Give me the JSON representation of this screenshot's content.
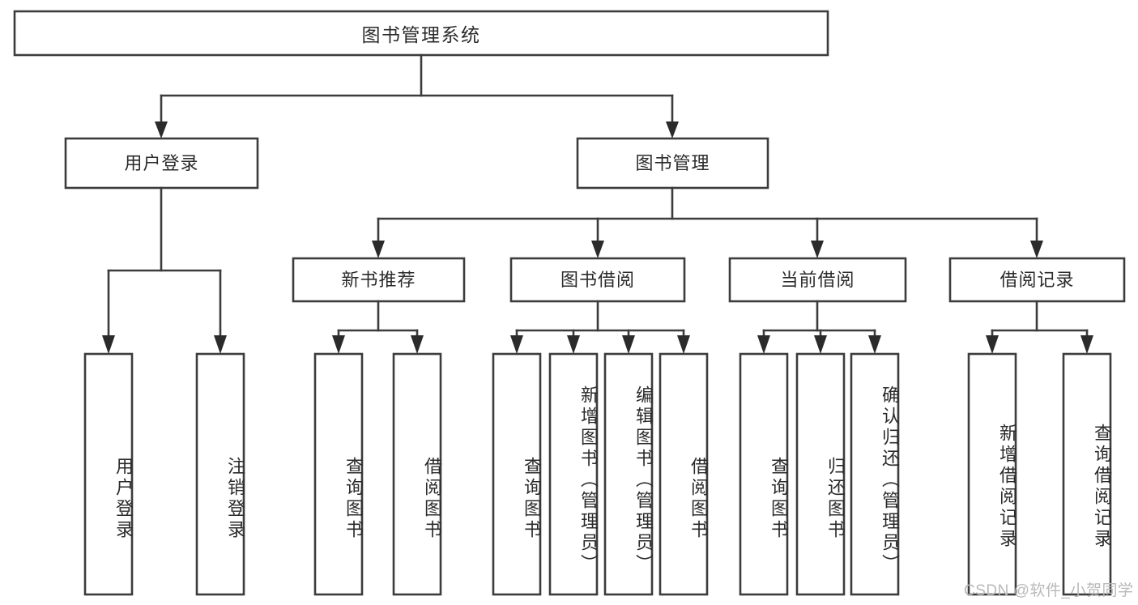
{
  "diagram": {
    "type": "tree",
    "title": "图书管理系统",
    "root": {
      "id": "root",
      "label": "图书管理系统",
      "orientation": "horizontal"
    },
    "level1": [
      {
        "id": "user-login",
        "label": "用户登录",
        "orientation": "horizontal"
      },
      {
        "id": "book-management",
        "label": "图书管理",
        "orientation": "horizontal"
      }
    ],
    "level2": [
      {
        "id": "new-book-recommend",
        "label": "新书推荐",
        "orientation": "horizontal",
        "parent": "book-management"
      },
      {
        "id": "book-borrow",
        "label": "图书借阅",
        "orientation": "horizontal",
        "parent": "book-management"
      },
      {
        "id": "current-borrow",
        "label": "当前借阅",
        "orientation": "horizontal",
        "parent": "book-management"
      },
      {
        "id": "borrow-record",
        "label": "借阅记录",
        "orientation": "horizontal",
        "parent": "book-management"
      }
    ],
    "leaves": [
      {
        "id": "leaf-user-login",
        "label": "用户登录",
        "orientation": "vertical",
        "parent": "user-login"
      },
      {
        "id": "leaf-logout",
        "label": "注销登录",
        "orientation": "vertical",
        "parent": "user-login"
      },
      {
        "id": "leaf-query-book-1",
        "label": "查询图书",
        "orientation": "vertical",
        "parent": "new-book-recommend"
      },
      {
        "id": "leaf-borrow-book-1",
        "label": "借阅图书",
        "orientation": "vertical",
        "parent": "new-book-recommend"
      },
      {
        "id": "leaf-query-book-2",
        "label": "查询图书",
        "orientation": "vertical",
        "parent": "book-borrow"
      },
      {
        "id": "leaf-add-book",
        "label": "新增图书（管理员）",
        "orientation": "vertical",
        "parent": "book-borrow"
      },
      {
        "id": "leaf-edit-book",
        "label": "编辑图书（管理员）",
        "orientation": "vertical",
        "parent": "book-borrow"
      },
      {
        "id": "leaf-borrow-book-2",
        "label": "借阅图书",
        "orientation": "vertical",
        "parent": "book-borrow"
      },
      {
        "id": "leaf-query-book-3",
        "label": "查询图书",
        "orientation": "vertical",
        "parent": "current-borrow"
      },
      {
        "id": "leaf-return-book",
        "label": "归还图书",
        "orientation": "vertical",
        "parent": "current-borrow"
      },
      {
        "id": "leaf-confirm-return",
        "label": "确认归还（管理员）",
        "orientation": "vertical",
        "parent": "current-borrow"
      },
      {
        "id": "leaf-add-record",
        "label": "新增借阅记录",
        "orientation": "vertical",
        "parent": "borrow-record"
      },
      {
        "id": "leaf-query-record",
        "label": "查询借阅记录",
        "orientation": "vertical",
        "parent": "borrow-record"
      }
    ],
    "colors": {
      "box_stroke": "#3c3c3c",
      "box_fill": "#ffffff",
      "text": "#2b2b2b",
      "watermark": "#b9b9b9",
      "background": "#ffffff"
    }
  },
  "watermark": {
    "text": "CSDN @软件_小贺同学"
  }
}
